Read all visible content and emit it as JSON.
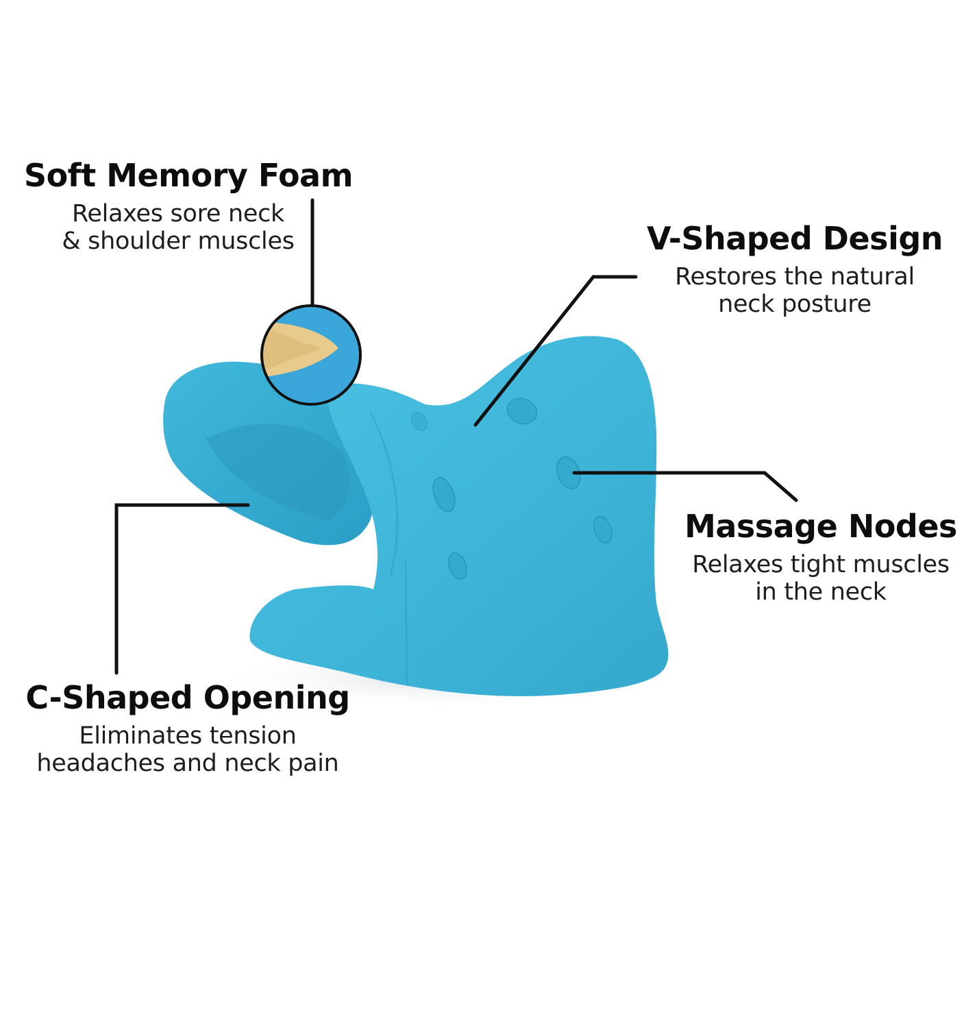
{
  "product": {
    "name": "Neck and shoulder relaxer pillow",
    "color": "#3fb6d8",
    "foam_color": "#e6c98a"
  },
  "callouts": [
    {
      "id": "soft-memory-foam",
      "title": "Soft Memory Foam",
      "lines": [
        "Relaxes sore neck",
        "& shoulder muscles"
      ]
    },
    {
      "id": "v-shaped-design",
      "title": "V-Shaped Design",
      "lines": [
        "Restores the natural",
        "neck posture"
      ]
    },
    {
      "id": "massage-nodes",
      "title": "Massage Nodes",
      "lines": [
        "Relaxes tight muscles",
        "in the neck"
      ]
    },
    {
      "id": "c-shaped-opening",
      "title": "C-Shaped Opening",
      "lines": [
        "Eliminates tension",
        "headaches and neck pain"
      ]
    }
  ],
  "colors": {
    "background": "#ffffff",
    "text": "#111111",
    "leader_line": "#111111"
  }
}
